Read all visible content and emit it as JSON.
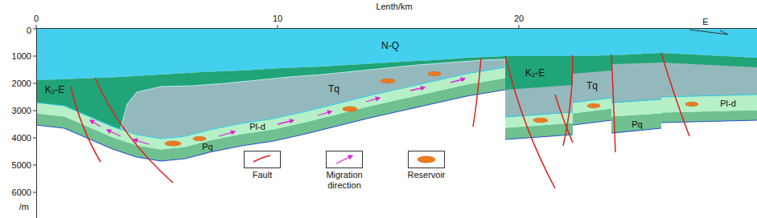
{
  "diagram": {
    "labels": [
      "Lenth/km",
      "0",
      "10",
      "20",
      "E",
      "0",
      "1000",
      "2000",
      "3000",
      "4000",
      "5000",
      "6000",
      "/m",
      "N-Q",
      "K₂-E",
      "Tq",
      "Pl-d",
      "Pq",
      "K₂-E",
      "Tq",
      "Pq",
      "Pl-d"
    ],
    "legend": [
      {
        "text": "Fault"
      },
      {
        "text": "Migration direction"
      },
      {
        "text": "Reservoir"
      }
    ]
  }
}
